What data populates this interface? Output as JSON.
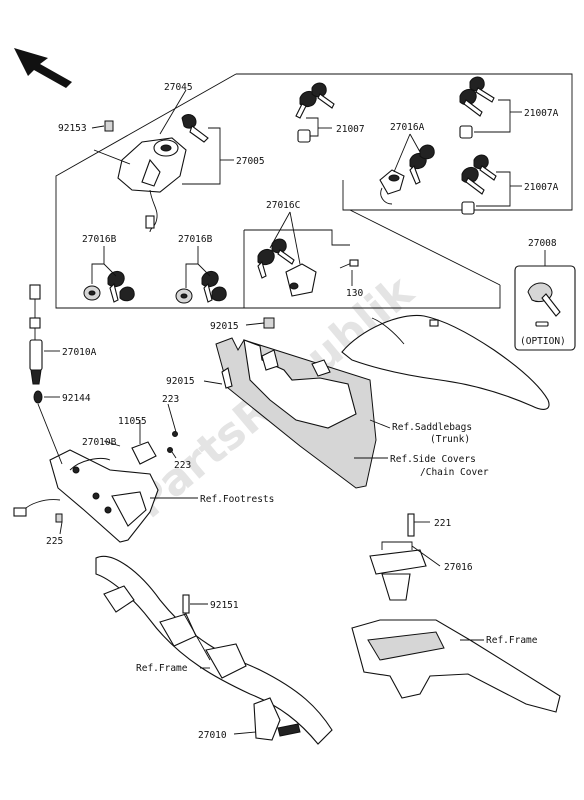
{
  "part_labels": {
    "p27045": "27045",
    "p92153": "92153",
    "p27005": "27005",
    "p21007": "21007",
    "p27016A": "27016A",
    "p21007A_top": "21007A",
    "p21007A_bot": "21007A",
    "p27016B_left": "27016B",
    "p27016B_right": "27016B",
    "p27016C": "27016C",
    "p27008": "27008",
    "p130": "130",
    "p92015_top": "92015",
    "p92015_bot": "92015",
    "p27010A": "27010A",
    "p92144": "92144",
    "p11055": "11055",
    "p223_top": "223",
    "p223_bot": "223",
    "p27010B": "27010B",
    "p225": "225",
    "p221": "221",
    "p27016": "27016",
    "p92151": "92151",
    "p27010": "27010"
  },
  "references": {
    "saddlebags_line1": "Ref.Saddlebags",
    "saddlebags_line2": "(Trunk)",
    "side_covers_line1": "Ref.Side Covers",
    "side_covers_line2": "/Chain Cover",
    "footrests": "Ref.Footrests",
    "frame_left": "Ref.Frame",
    "frame_right": "Ref.Frame"
  },
  "option_label": "(OPTION)",
  "watermark": "PartsRepublik",
  "icons": {
    "direction": "front-direction-arrow-icon"
  }
}
